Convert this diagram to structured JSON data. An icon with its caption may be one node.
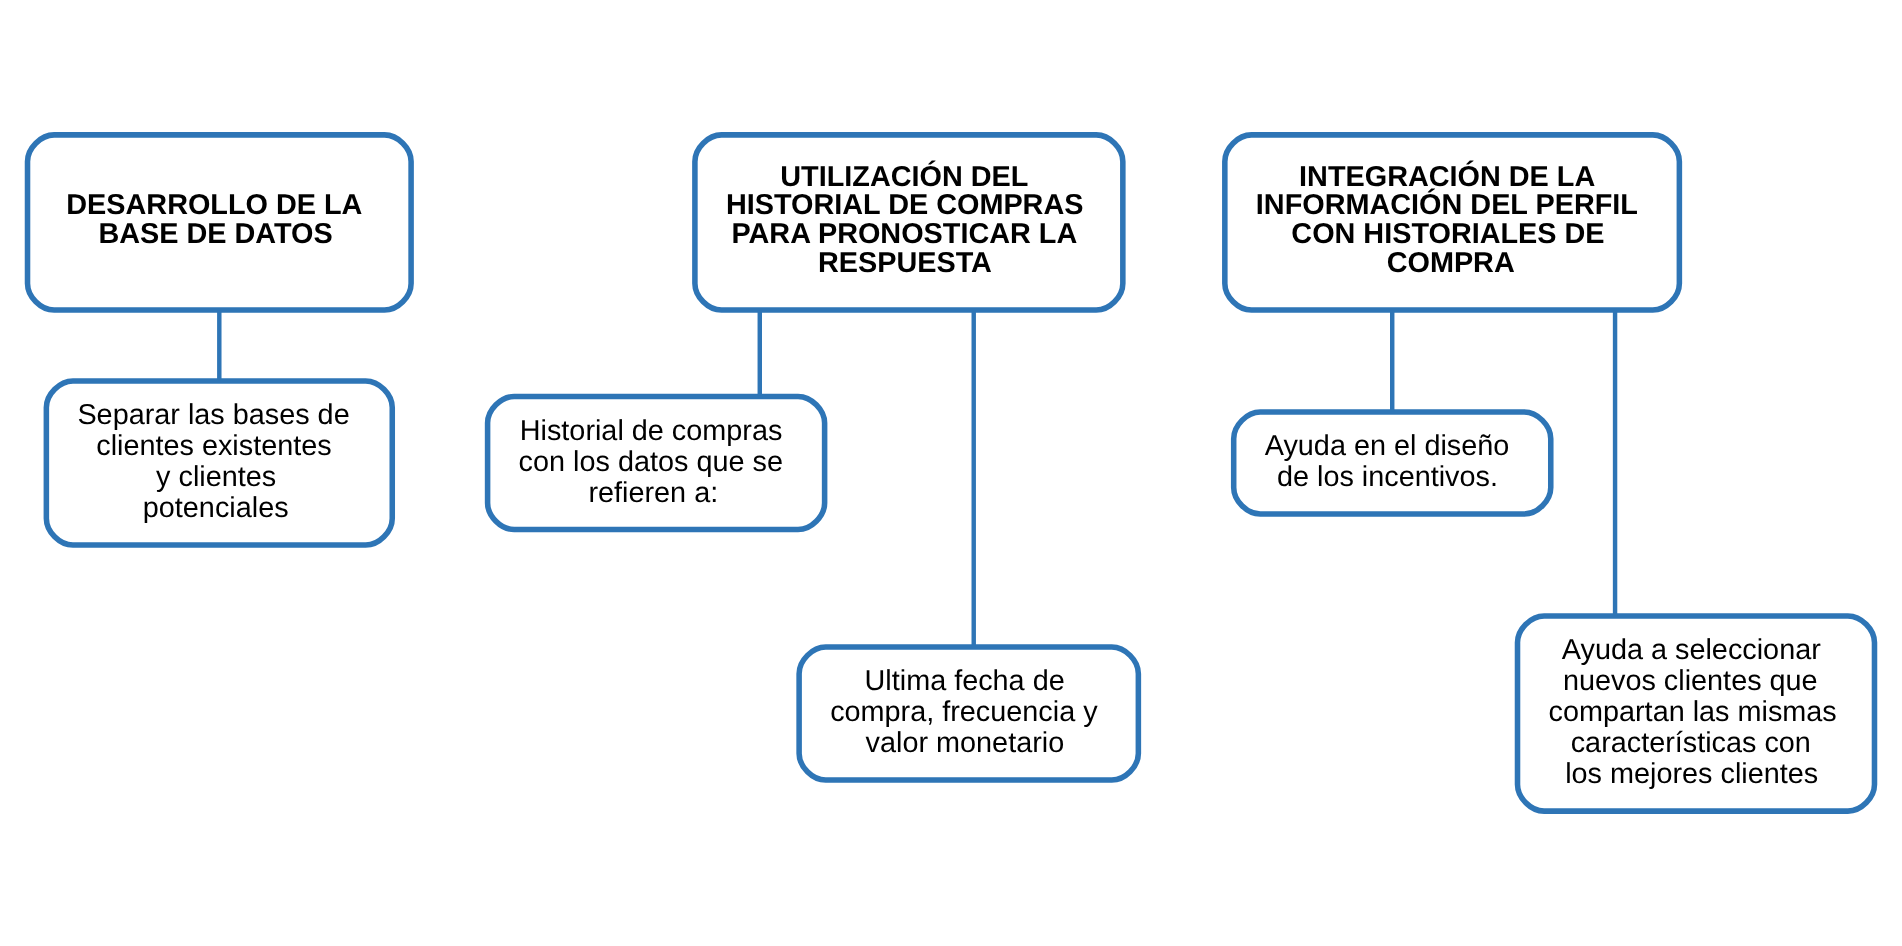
{
  "diagram": {
    "nodes": [
      {
        "text": [
          "DESARROLLO DE LA BASE DE DATOS"
        ]
      },
      {
        "text": [
          "Separar las bases de clientes existentes y clientes potenciales"
        ]
      },
      {
        "text": [
          "UTILIZACIÓN DEL HISTORIAL DE COMPRAS PARA PRONOSTICAR LA RESPUESTA"
        ]
      },
      {
        "text": [
          "Historial de compras con los datos que se refieren a:"
        ]
      },
      {
        "text": [
          "Ultima fecha de compra, frecuencia y valor monetario"
        ]
      },
      {
        "text": [
          "INTEGRACIÓN DE LA INFORMACIÓN DEL PERFIL CON HISTORIALES DE COMPRA"
        ]
      },
      {
        "text": [
          "Ayuda en el diseño de los incentivos."
        ]
      },
      {
        "text": [
          "Ayuda a seleccionar nuevos clientes que compartan las mismas características con los mejores clientes"
        ]
      }
    ],
    "edges": [
      {
        "from": 0,
        "to": 1,
        "arrow": "none"
      },
      {
        "from": 2,
        "to": 3,
        "arrow": "none"
      },
      {
        "from": 2,
        "to": 4,
        "arrow": "none"
      },
      {
        "from": 5,
        "to": 6,
        "arrow": "none"
      },
      {
        "from": 5,
        "to": 7,
        "arrow": "none"
      }
    ]
  }
}
